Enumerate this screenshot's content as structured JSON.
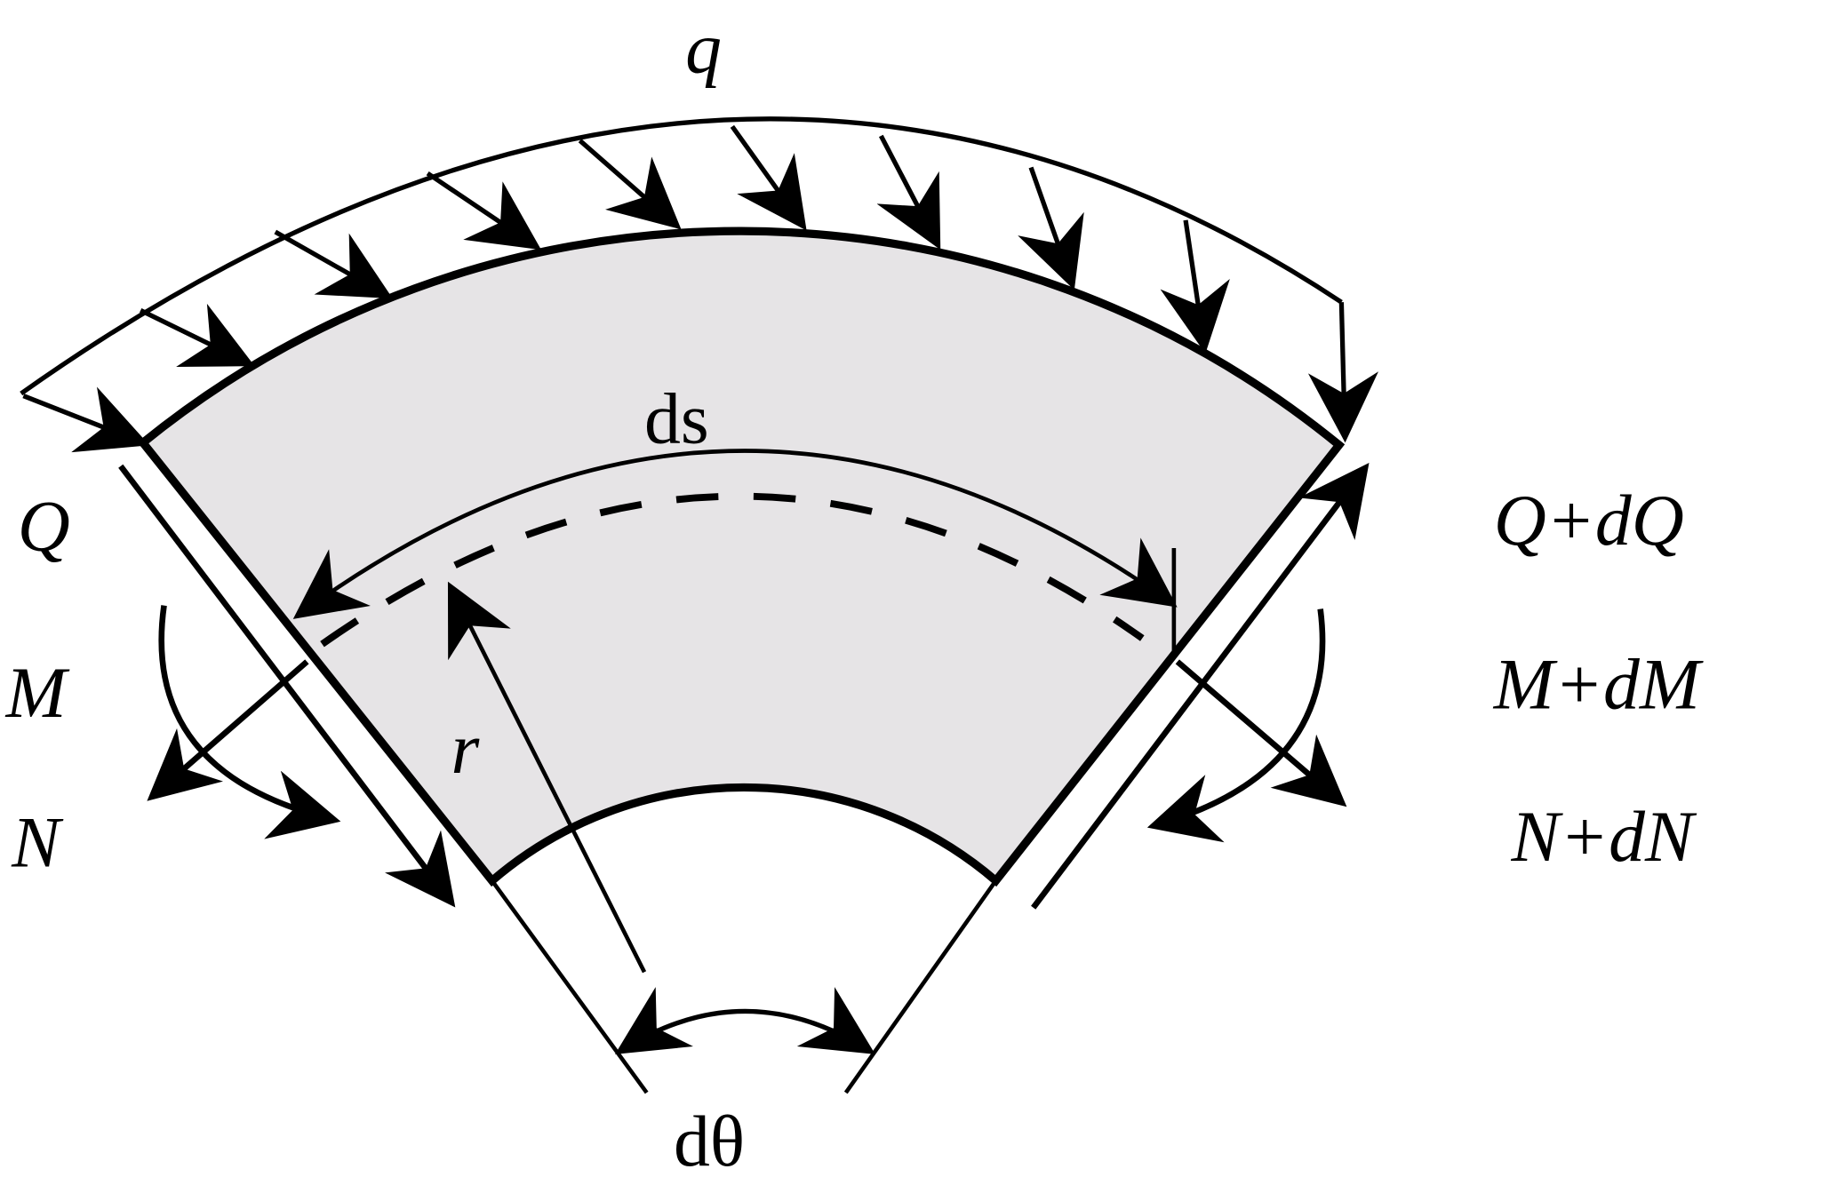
{
  "labels": {
    "load": "q",
    "arc_length": "ds",
    "radius": "r",
    "angle": "dθ",
    "left_shear": "Q",
    "left_moment": "M",
    "left_normal": "N",
    "right_shear": "Q+dQ",
    "right_moment": "M+dM",
    "right_normal": "N+dN"
  },
  "colors": {
    "element_fill": "#e6e4e6",
    "stroke": "#000000"
  }
}
